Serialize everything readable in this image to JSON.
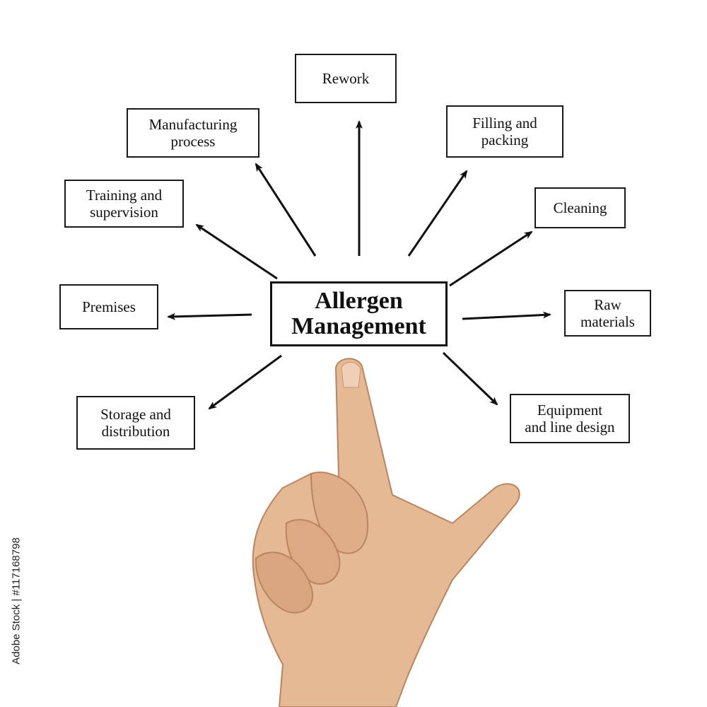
{
  "diagram": {
    "center": {
      "label": "Allergen\nManagement"
    },
    "nodes": [
      {
        "id": "rework",
        "label": "Rework"
      },
      {
        "id": "manufacturing-process",
        "label": "Manufacturing\nprocess"
      },
      {
        "id": "filling-and-packing",
        "label": "Filling and\npacking"
      },
      {
        "id": "training-and-supervision",
        "label": "Training and\nsupervision"
      },
      {
        "id": "cleaning",
        "label": "Cleaning"
      },
      {
        "id": "premises",
        "label": "Premises"
      },
      {
        "id": "raw-materials",
        "label": "Raw\nmaterials"
      },
      {
        "id": "storage-and-distribution",
        "label": "Storage and\ndistribution"
      },
      {
        "id": "equipment-and-line-design",
        "label": "Equipment\nand line design"
      }
    ]
  },
  "watermark": {
    "stock_id": "Adobe Stock | #117168798"
  },
  "colors": {
    "ink": "#111111",
    "background": "#ffffff",
    "skin": "#e3b58f"
  }
}
